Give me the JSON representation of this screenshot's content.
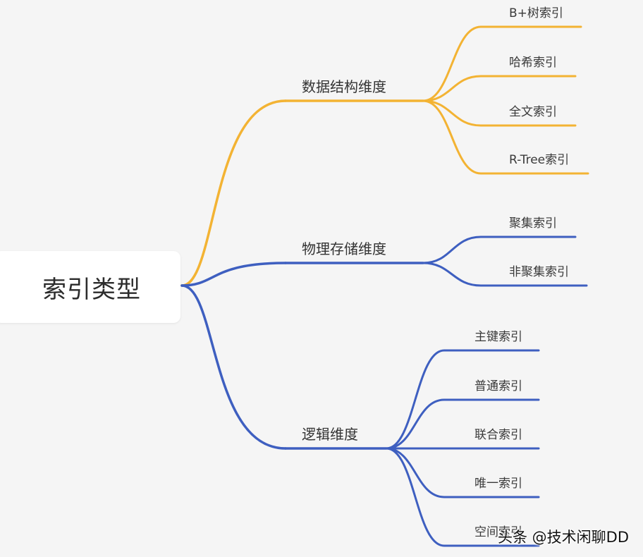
{
  "colors": {
    "orange": "#f3b333",
    "blue": "#3e5fc0",
    "background": "#f5f5f5"
  },
  "root": {
    "label": "索引类型"
  },
  "branches": [
    {
      "label": "数据结构维度",
      "color": "orange",
      "leaves": [
        "B+树索引",
        "哈希索引",
        "全文索引",
        "R-Tree索引"
      ]
    },
    {
      "label": "物理存储维度",
      "color": "blue",
      "leaves": [
        "聚集索引",
        "非聚集索引"
      ]
    },
    {
      "label": "逻辑维度",
      "color": "blue",
      "leaves": [
        "主键索引",
        "普通索引",
        "联合索引",
        "唯一索引",
        "空间索引"
      ]
    }
  ],
  "watermark": "头条 @技术闲聊DD"
}
